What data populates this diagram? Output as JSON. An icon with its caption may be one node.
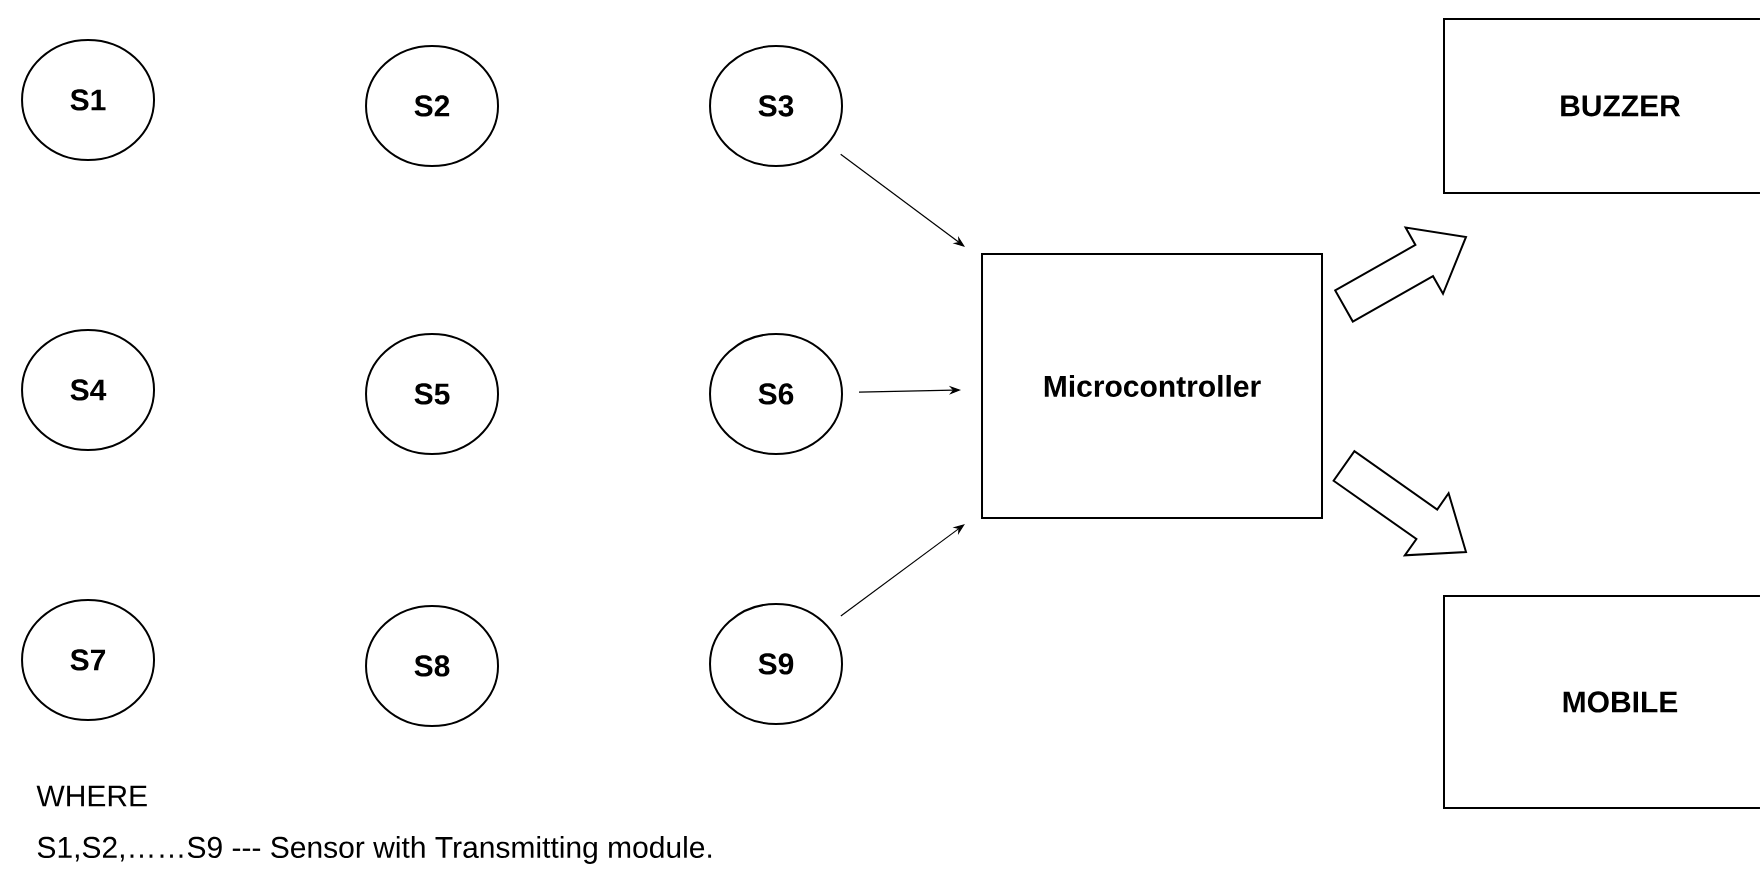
{
  "diagram": {
    "nodes": [
      {
        "text": [
          "S1"
        ]
      },
      {
        "text": [
          "S2"
        ]
      },
      {
        "text": [
          "S3"
        ]
      },
      {
        "text": [
          "S4"
        ]
      },
      {
        "text": [
          "S5"
        ]
      },
      {
        "text": [
          "S6"
        ]
      },
      {
        "text": [
          "S7"
        ]
      },
      {
        "text": [
          "S8"
        ]
      },
      {
        "text": [
          "S9"
        ]
      },
      {
        "text": [
          "Microcontroller"
        ]
      },
      {
        "text": [
          "BUZZER"
        ]
      },
      {
        "text": [
          "MOBILE"
        ]
      }
    ],
    "edges": [
      {
        "from": 2,
        "to": 9,
        "arrow": "to"
      },
      {
        "from": 5,
        "to": 9,
        "arrow": "to"
      },
      {
        "from": 8,
        "to": 9,
        "arrow": "to"
      },
      {
        "from": 9,
        "to": 10,
        "arrow": "to",
        "style": "thick"
      },
      {
        "from": 9,
        "to": 11,
        "arrow": "to",
        "style": "thick"
      }
    ],
    "labels": [
      "WHERE",
      "S1,S2,……S9 --- Sensor with Transmitting module."
    ]
  }
}
